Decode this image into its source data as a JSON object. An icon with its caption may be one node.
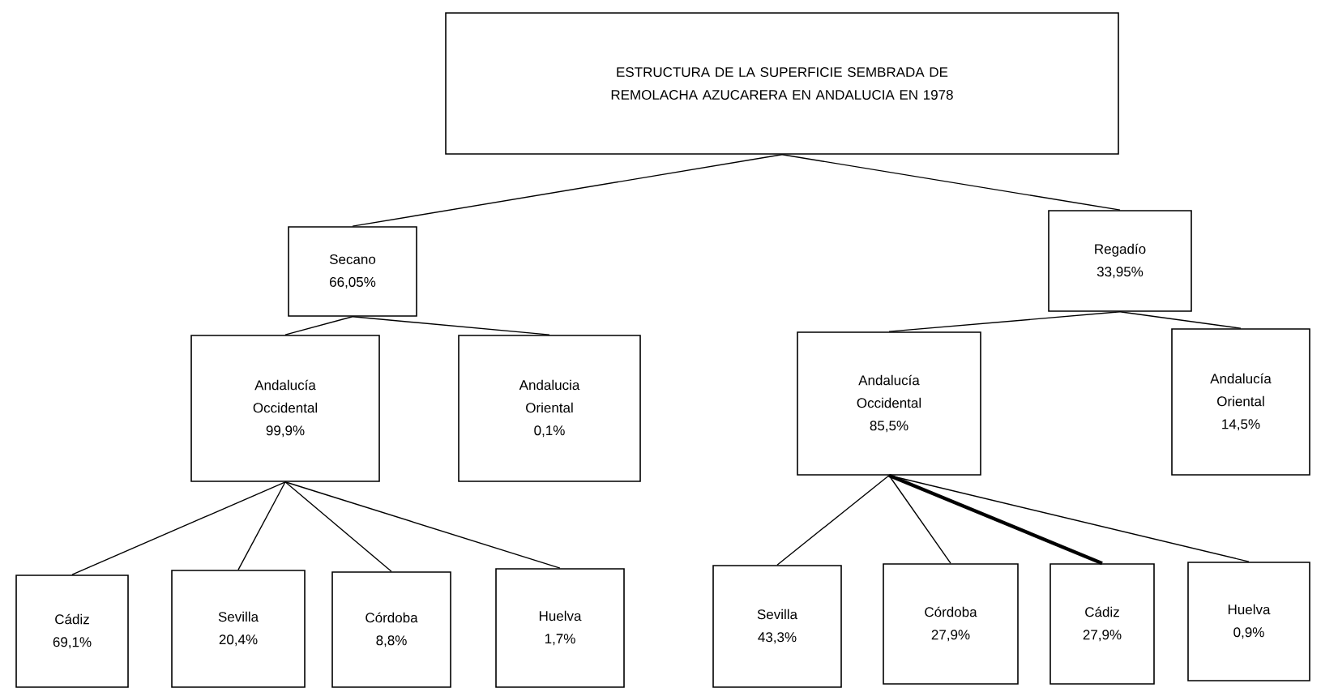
{
  "diagram": {
    "nodes": [
      {
        "text": [
          "ESTRUCTURA DE LA SUPERFICIE SEMBRADA DE REMOLACHA AZUCARERA EN ANDALUCIA EN 1978"
        ]
      },
      {
        "text": [
          "Secano",
          "66,05%"
        ]
      },
      {
        "text": [
          "Regadío",
          "33,95%"
        ]
      },
      {
        "text": [
          "Andalucía Occidental",
          "99,9%"
        ]
      },
      {
        "text": [
          "Andalucia Oriental",
          "0,1%"
        ]
      },
      {
        "text": [
          "Andalucía Occidental",
          "85,5%"
        ]
      },
      {
        "text": [
          "Andalucía Oriental",
          "14,5%"
        ]
      },
      {
        "text": [
          "Cádiz",
          "69,1%"
        ]
      },
      {
        "text": [
          "Sevilla",
          "20,4%"
        ]
      },
      {
        "text": [
          "Córdoba",
          "8,8%"
        ]
      },
      {
        "text": [
          "Huelva",
          "1,7%"
        ]
      },
      {
        "text": [
          "Sevilla",
          "43,3%"
        ]
      },
      {
        "text": [
          "Córdoba",
          "27,9%"
        ]
      },
      {
        "text": [
          "Cádiz",
          "27,9%"
        ]
      },
      {
        "text": [
          "Huelva",
          "0,9%"
        ]
      }
    ],
    "edges": [
      {
        "from": 0,
        "to": 1,
        "arrow": "none"
      },
      {
        "from": 0,
        "to": 2,
        "arrow": "none"
      },
      {
        "from": 1,
        "to": 3,
        "arrow": "none"
      },
      {
        "from": 1,
        "to": 4,
        "arrow": "none"
      },
      {
        "from": 2,
        "to": 5,
        "arrow": "none"
      },
      {
        "from": 2,
        "to": 6,
        "arrow": "none"
      },
      {
        "from": 3,
        "to": 7,
        "arrow": "none"
      },
      {
        "from": 3,
        "to": 8,
        "arrow": "none"
      },
      {
        "from": 3,
        "to": 9,
        "arrow": "none"
      },
      {
        "from": 3,
        "to": 10,
        "arrow": "none"
      },
      {
        "from": 5,
        "to": 11,
        "arrow": "none"
      },
      {
        "from": 5,
        "to": 12,
        "arrow": "none"
      },
      {
        "from": 5,
        "to": 13,
        "arrow": "none",
        "style": "thick"
      },
      {
        "from": 5,
        "to": 14,
        "arrow": "none"
      }
    ]
  }
}
